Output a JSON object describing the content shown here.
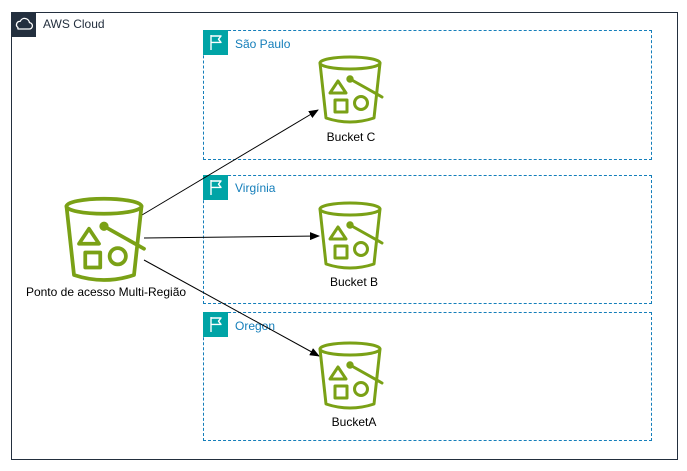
{
  "cloud": {
    "label": "AWS Cloud",
    "icon": "cloud-icon",
    "color": "#232f3e"
  },
  "access_point": {
    "label": "Ponto de acesso Multi-Região",
    "icon": "s3-bucket-icon"
  },
  "regions": [
    {
      "label": "São Paulo",
      "icon": "region-flag-icon"
    },
    {
      "label": "Virgínia",
      "icon": "region-flag-icon"
    },
    {
      "label": "Oregon",
      "icon": "region-flag-icon"
    }
  ],
  "buckets": [
    {
      "label": "Bucket C",
      "icon": "s3-bucket-icon"
    },
    {
      "label": "Bucket B",
      "icon": "s3-bucket-icon"
    },
    {
      "label": "BucketA",
      "icon": "s3-bucket-icon"
    }
  ],
  "colors": {
    "bucket": "#7aa116",
    "region_border": "#147eba",
    "region_badge": "#00a4a6",
    "arrow": "#000000"
  }
}
